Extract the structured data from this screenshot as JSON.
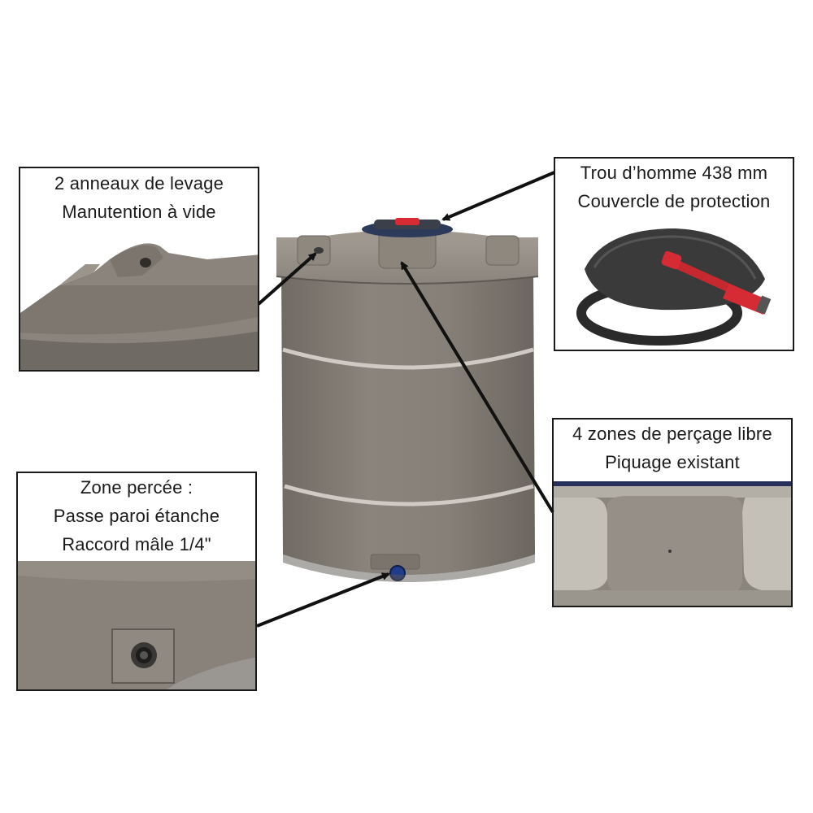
{
  "callouts": {
    "lifting": {
      "line1": "2 anneaux de levage",
      "line2": "Manutention à vide"
    },
    "manhole": {
      "line1": "Trou d’homme 438 mm",
      "line2": "Couvercle de protection"
    },
    "drilling": {
      "line1": "4 zones de perçage libre",
      "line2": "Piquage existant"
    },
    "drilled": {
      "line1": "Zone percée :",
      "line2": "Passe paroi étanche",
      "line3": "Raccord mâle 1/4\""
    }
  },
  "colors": {
    "tank_body": "#837d75",
    "tank_shadow": "#6e6961",
    "tank_band": "#c9c5be",
    "lid_black": "#2b2b2b",
    "lid_handle_red": "#d62b35",
    "fitting_blue": "#1f3d8c",
    "arrow": "#111111",
    "border": "#1a1a1a"
  },
  "icons": {
    "arrow": "arrow-icon"
  }
}
